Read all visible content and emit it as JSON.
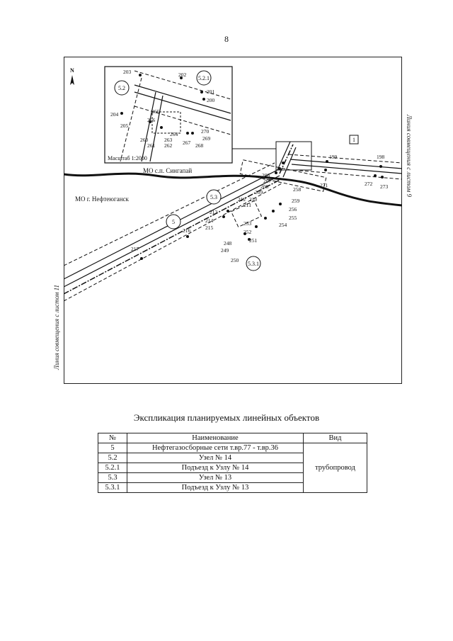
{
  "page_number": "8",
  "map": {
    "inset_scale": "Масштаб 1:2000",
    "north": "N",
    "areas": {
      "upper": "МО с.п. Сингапай",
      "lower": "МО г. Нефтеюганск"
    },
    "side_left": "Линия совмещения с листом 11",
    "side_right": "Линия совмещения с листом 9",
    "object_labels": [
      "5",
      "5.2",
      "5.2.1",
      "5.3",
      "5.3.1",
      "1"
    ],
    "point_labels": {
      "main": [
        "199",
        "198",
        "271",
        "272",
        "273",
        "206",
        "207",
        "208",
        "209",
        "210",
        "211",
        "212",
        "213",
        "214",
        "215",
        "216",
        "217",
        "248",
        "249",
        "250",
        "251",
        "252",
        "253",
        "254",
        "255",
        "256",
        "258",
        "259"
      ],
      "inset": [
        "203",
        "202",
        "201",
        "200",
        "204",
        "205",
        "265",
        "266",
        "260",
        "261",
        "262",
        "263",
        "264",
        "267",
        "268",
        "269",
        "270"
      ]
    }
  },
  "legend": {
    "title": "Экспликация планируемых линейных объектов",
    "headers": [
      "№",
      "Наименование",
      "Вид"
    ],
    "rows": [
      {
        "num": "5",
        "name": "Нефтегазосборные сети т.вр.77 - т.вр.36"
      },
      {
        "num": "5.2",
        "name": "Узел № 14"
      },
      {
        "num": "5.2.1",
        "name": "Подъезд к Узлу № 14"
      },
      {
        "num": "5.3",
        "name": "Узел № 13"
      },
      {
        "num": "5.3.1",
        "name": "Подъезд к Узлу № 13"
      }
    ],
    "type": "трубопровод"
  }
}
